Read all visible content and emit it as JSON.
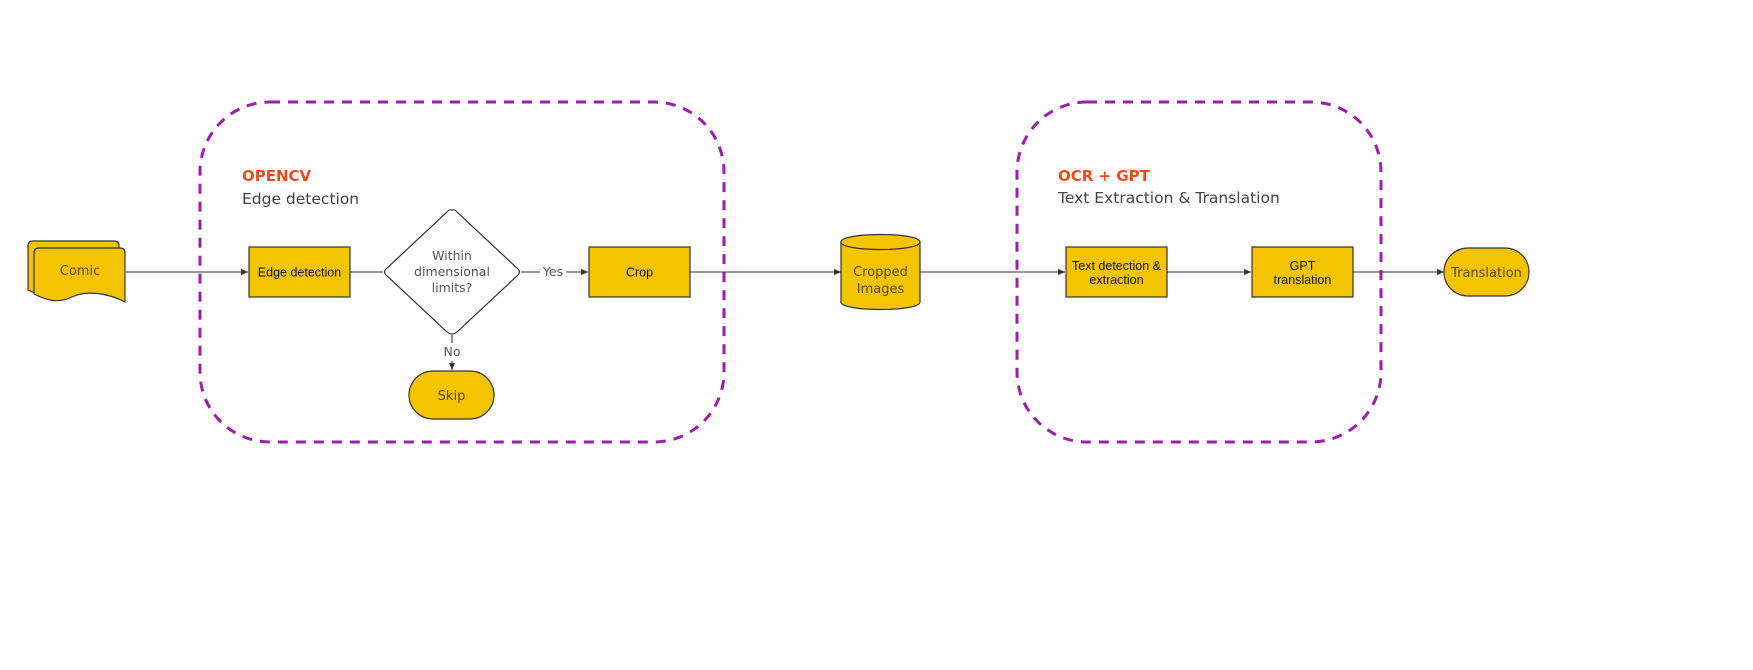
{
  "colors": {
    "node_fill": "#f5c400",
    "node_stroke": "#333333",
    "group_border": "#9b1fa8",
    "group_title": "#f04a1c",
    "background": "#ffffff"
  },
  "groups": {
    "opencv": {
      "title": "OPENCV",
      "subtitle": "Edge detection"
    },
    "ocr_gpt": {
      "title": "OCR + GPT",
      "subtitle": "Text Extraction & Translation"
    }
  },
  "nodes": {
    "comic": {
      "label": "Comic",
      "shape": "multi-document"
    },
    "edge_detection": {
      "label": "Edge detection",
      "shape": "process"
    },
    "decision": {
      "label_lines": [
        "Within",
        "dimensional",
        "limits?"
      ],
      "shape": "decision"
    },
    "crop": {
      "label": "Crop",
      "shape": "process"
    },
    "skip": {
      "label": "Skip",
      "shape": "terminator"
    },
    "cropped_images": {
      "label_lines": [
        "Cropped",
        "Images"
      ],
      "shape": "database"
    },
    "text_detection": {
      "label_lines": [
        "Text detection &",
        "extraction"
      ],
      "shape": "process"
    },
    "gpt_translation": {
      "label_lines": [
        "GPT",
        "translation"
      ],
      "shape": "process"
    },
    "translation": {
      "label": "Translation",
      "shape": "terminator"
    }
  },
  "edges": {
    "yes_label": "Yes",
    "no_label": "No"
  }
}
